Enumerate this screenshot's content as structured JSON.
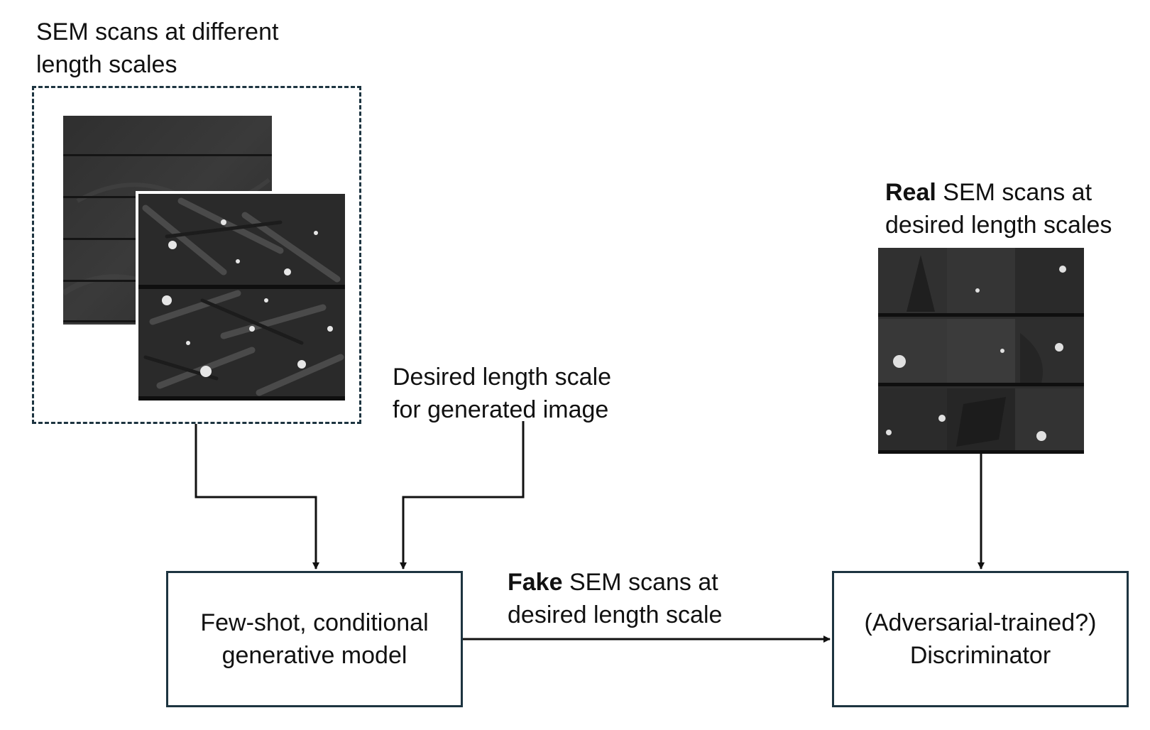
{
  "input_group": {
    "label_line1": "SEM scans at different",
    "label_line2": "length scales"
  },
  "length_scale_input": {
    "label_line1": "Desired length scale",
    "label_line2": "for generated image"
  },
  "real_scans": {
    "label_bold": "Real",
    "label_rest": " SEM scans at",
    "label_line2": "desired length scales"
  },
  "generator": {
    "line1": "Few-shot, conditional",
    "line2": "generative model"
  },
  "fake_scans": {
    "label_bold": "Fake",
    "label_rest": " SEM scans at",
    "label_line2": "desired length scale"
  },
  "discriminator": {
    "line1": "(Adversarial-trained?)",
    "line2": "Discriminator"
  },
  "colors": {
    "border": "#1d3440",
    "arrow": "#111111",
    "sem_dark": "#2b2b2b",
    "sem_highlight": "#e8e8e8"
  }
}
